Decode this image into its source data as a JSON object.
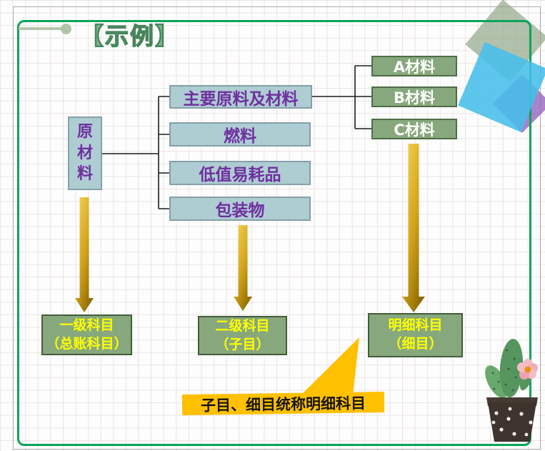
{
  "page": {
    "title": "【示例】"
  },
  "flowchart": {
    "root": {
      "label": "原材料",
      "chars": [
        "原",
        "材",
        "料"
      ]
    },
    "categories": [
      "主要原料及材料",
      "燃料",
      "低值易耗品",
      "包装物"
    ],
    "materials": [
      "A材料",
      "B材料",
      "C材料"
    ],
    "levels": [
      {
        "line1": "一级科目",
        "line2": "（总账科目）"
      },
      {
        "line1": "二级科目",
        "line2": "（子目）"
      },
      {
        "line1": "明细科目",
        "line2": "（细目）"
      }
    ],
    "callout": "子目、细目统称明细科目"
  },
  "decor": {
    "icons": [
      "sage-square",
      "blue-square",
      "purple-square",
      "pin-line-dot",
      "cactus-pot"
    ]
  },
  "colors": {
    "frame_green": "#0aa35a",
    "box_blue": "#aecdd3",
    "box_blue_border": "#85a0a8",
    "text_purple": "#7030a0",
    "box_green": "#87a87d",
    "box_green_border": "#4f6e46",
    "text_yellow": "#ffff00",
    "material_text": "#ffffff",
    "arrow_gold_light": "#f7d75c",
    "arrow_gold_dark": "#8f6b00",
    "banner_yellow": "#ffc000",
    "banner_text": "#151515",
    "connector": "#1c1c1c"
  }
}
